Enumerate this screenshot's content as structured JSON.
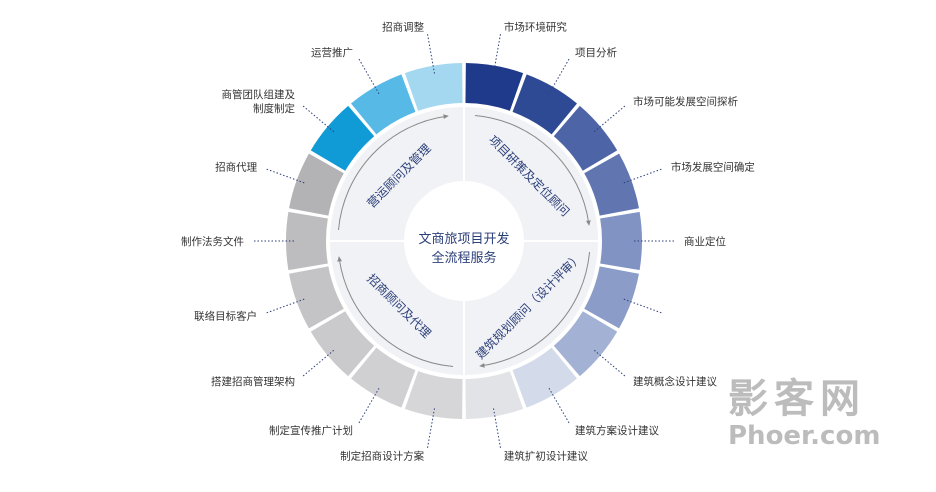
{
  "center": {
    "line1": "文商旅项目开发",
    "line2": "全流程服务"
  },
  "quadrants": [
    {
      "text": "项目研策及定位顾问",
      "mid": 45
    },
    {
      "text": "建筑规划顾问（设计评审）",
      "mid": 135
    },
    {
      "text": "招商顾问及代理",
      "mid": 225
    },
    {
      "text": "营运顾问及管理",
      "mid": 315
    }
  ],
  "segments": [
    {
      "label": "市场环境研究",
      "color": "#1f3a8a"
    },
    {
      "label": "项目分析",
      "color": "#2e4a94"
    },
    {
      "label": "市场可能发展空间探析",
      "color": "#4d64a6"
    },
    {
      "label": "市场发展空间确定",
      "color": "#6176b1"
    },
    {
      "label": "商业定位",
      "color": "#8193c3"
    },
    {
      "label": "",
      "color": "#8b9cc8"
    },
    {
      "label": "建筑概念设计建议",
      "color": "#a3b1d4"
    },
    {
      "label": "建筑方案设计建议",
      "color": "#d3daea"
    },
    {
      "label": "建筑扩初设计建议",
      "color": "#e2e3e6"
    },
    {
      "label": "制定招商设计方案",
      "color": "#d6d6d8"
    },
    {
      "label": "制定宣传推广计划",
      "color": "#d0d0d2"
    },
    {
      "label": "搭建招商管理架构",
      "color": "#cacacc"
    },
    {
      "label": "联络目标客户",
      "color": "#c4c4c6"
    },
    {
      "label": "制作法务文件",
      "color": "#bdbdbf"
    },
    {
      "label": "招商代理",
      "color": "#b3b3b5"
    },
    {
      "label": "商管团队组建及\n制度制定",
      "color": "#109ad6"
    },
    {
      "label": "运营推广",
      "color": "#56b9e6"
    },
    {
      "label": "招商调整",
      "color": "#a3d8f0"
    }
  ],
  "watermark": {
    "line1": "影客网",
    "line2": "Phoer.com"
  }
}
